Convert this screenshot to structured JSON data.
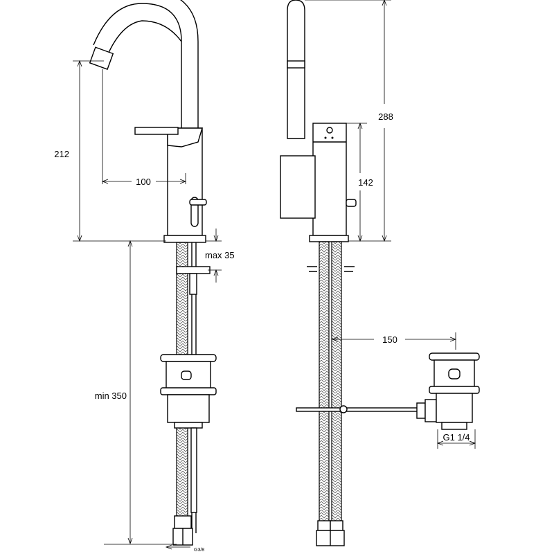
{
  "title": "Faucet technical drawing",
  "dimensions": {
    "spout_height": "212",
    "spout_reach": "100",
    "max_deck": "max 35",
    "min_depth": "min 350",
    "total_height": "288",
    "body_height": "142",
    "waste_offset": "150",
    "waste_thread": "G1 1/4",
    "hose_thread": "G3/8"
  },
  "colors": {
    "line": "#000000",
    "background": "#ffffff"
  }
}
